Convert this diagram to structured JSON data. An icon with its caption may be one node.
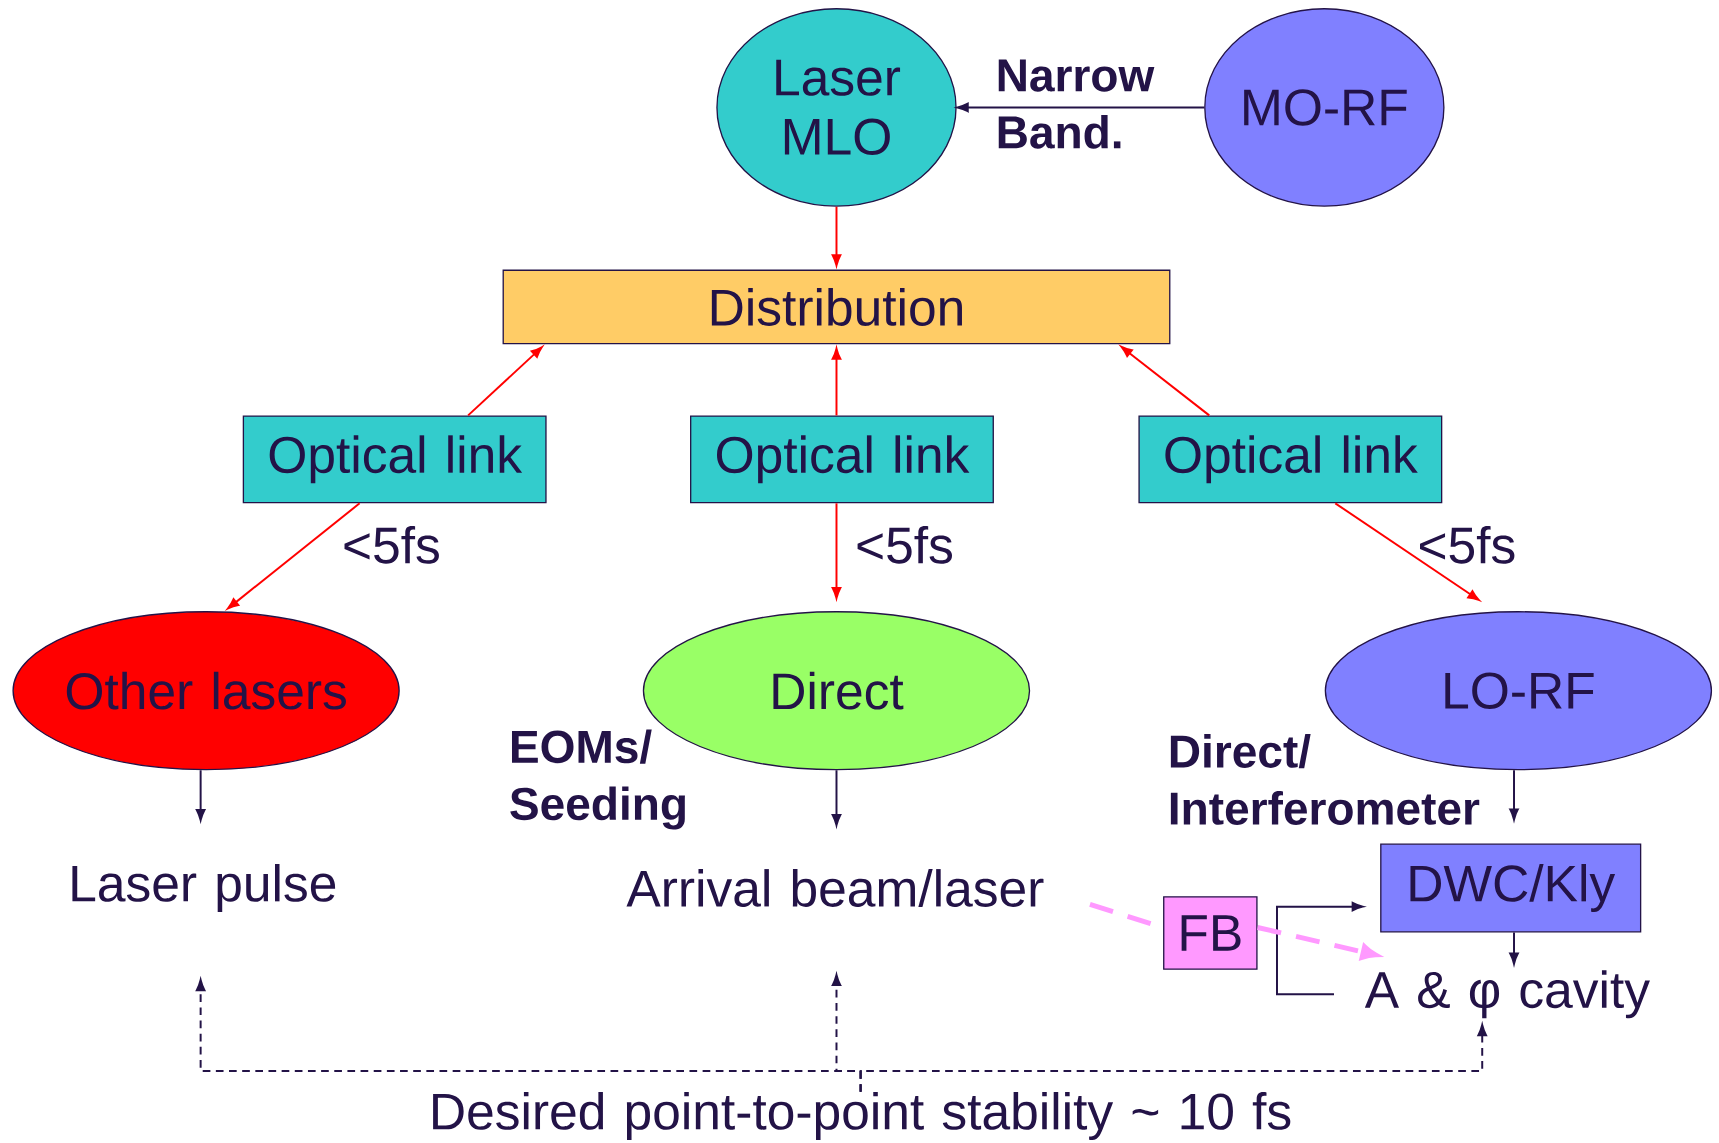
{
  "diagram": {
    "nodes": [
      {
        "text": [
          "Laser MLO"
        ]
      },
      {
        "text": [
          "MO-RF"
        ]
      },
      {
        "text": [
          "Distribution"
        ]
      },
      {
        "text": [
          "Optical link"
        ]
      },
      {
        "text": [
          "Optical link"
        ]
      },
      {
        "text": [
          "Optical link"
        ]
      },
      {
        "text": [
          "Other lasers"
        ]
      },
      {
        "text": [
          "Direct"
        ]
      },
      {
        "text": [
          "LO-RF"
        ]
      },
      {
        "text": [
          "Laser pulse"
        ]
      },
      {
        "text": [
          "Arrival beam/laser"
        ]
      },
      {
        "text": [
          "DWC/Kly"
        ]
      },
      {
        "text": [
          "FB"
        ]
      },
      {
        "text": [
          "A & φ cavity"
        ]
      },
      {
        "text": [
          "Desired point-to-point stability ~ 10 fs"
        ]
      }
    ],
    "edges": [
      {
        "from": 1,
        "to": 0,
        "arrow": "to",
        "label": "Narrow Band."
      },
      {
        "from": 0,
        "to": 2,
        "arrow": "to",
        "color": "#ff0000"
      },
      {
        "from": 3,
        "to": 2,
        "arrow": "to",
        "color": "#ff0000"
      },
      {
        "from": 4,
        "to": 2,
        "arrow": "to",
        "color": "#ff0000"
      },
      {
        "from": 5,
        "to": 2,
        "arrow": "to",
        "color": "#ff0000"
      },
      {
        "from": 3,
        "to": 6,
        "arrow": "to",
        "label": "<5fs",
        "color": "#ff0000"
      },
      {
        "from": 4,
        "to": 7,
        "arrow": "to",
        "label": "<5fs",
        "color": "#ff0000"
      },
      {
        "from": 5,
        "to": 8,
        "arrow": "to",
        "label": "<5fs",
        "color": "#ff0000"
      },
      {
        "from": 6,
        "to": 9,
        "arrow": "to"
      },
      {
        "from": 7,
        "to": 10,
        "arrow": "to"
      },
      {
        "from": 8,
        "to": 11,
        "arrow": "to"
      },
      {
        "from": 11,
        "to": 13,
        "arrow": "to"
      },
      {
        "from": 13,
        "to": 11,
        "arrow": "to"
      },
      {
        "from": 10,
        "to": 12,
        "arrow": "none",
        "style": "dashed",
        "color": "#ff99ff"
      },
      {
        "from": 12,
        "to": 13,
        "arrow": "to",
        "style": "dashed",
        "color": "#ff99ff"
      },
      {
        "from": 14,
        "to": 9,
        "arrow": "to",
        "style": "dashed"
      },
      {
        "from": 14,
        "to": 10,
        "arrow": "to",
        "style": "dashed"
      },
      {
        "from": 14,
        "to": 13,
        "arrow": "to",
        "style": "dashed"
      }
    ],
    "labels": [
      "EOMs/ Seeding",
      "Direct/ Interferometer"
    ]
  }
}
